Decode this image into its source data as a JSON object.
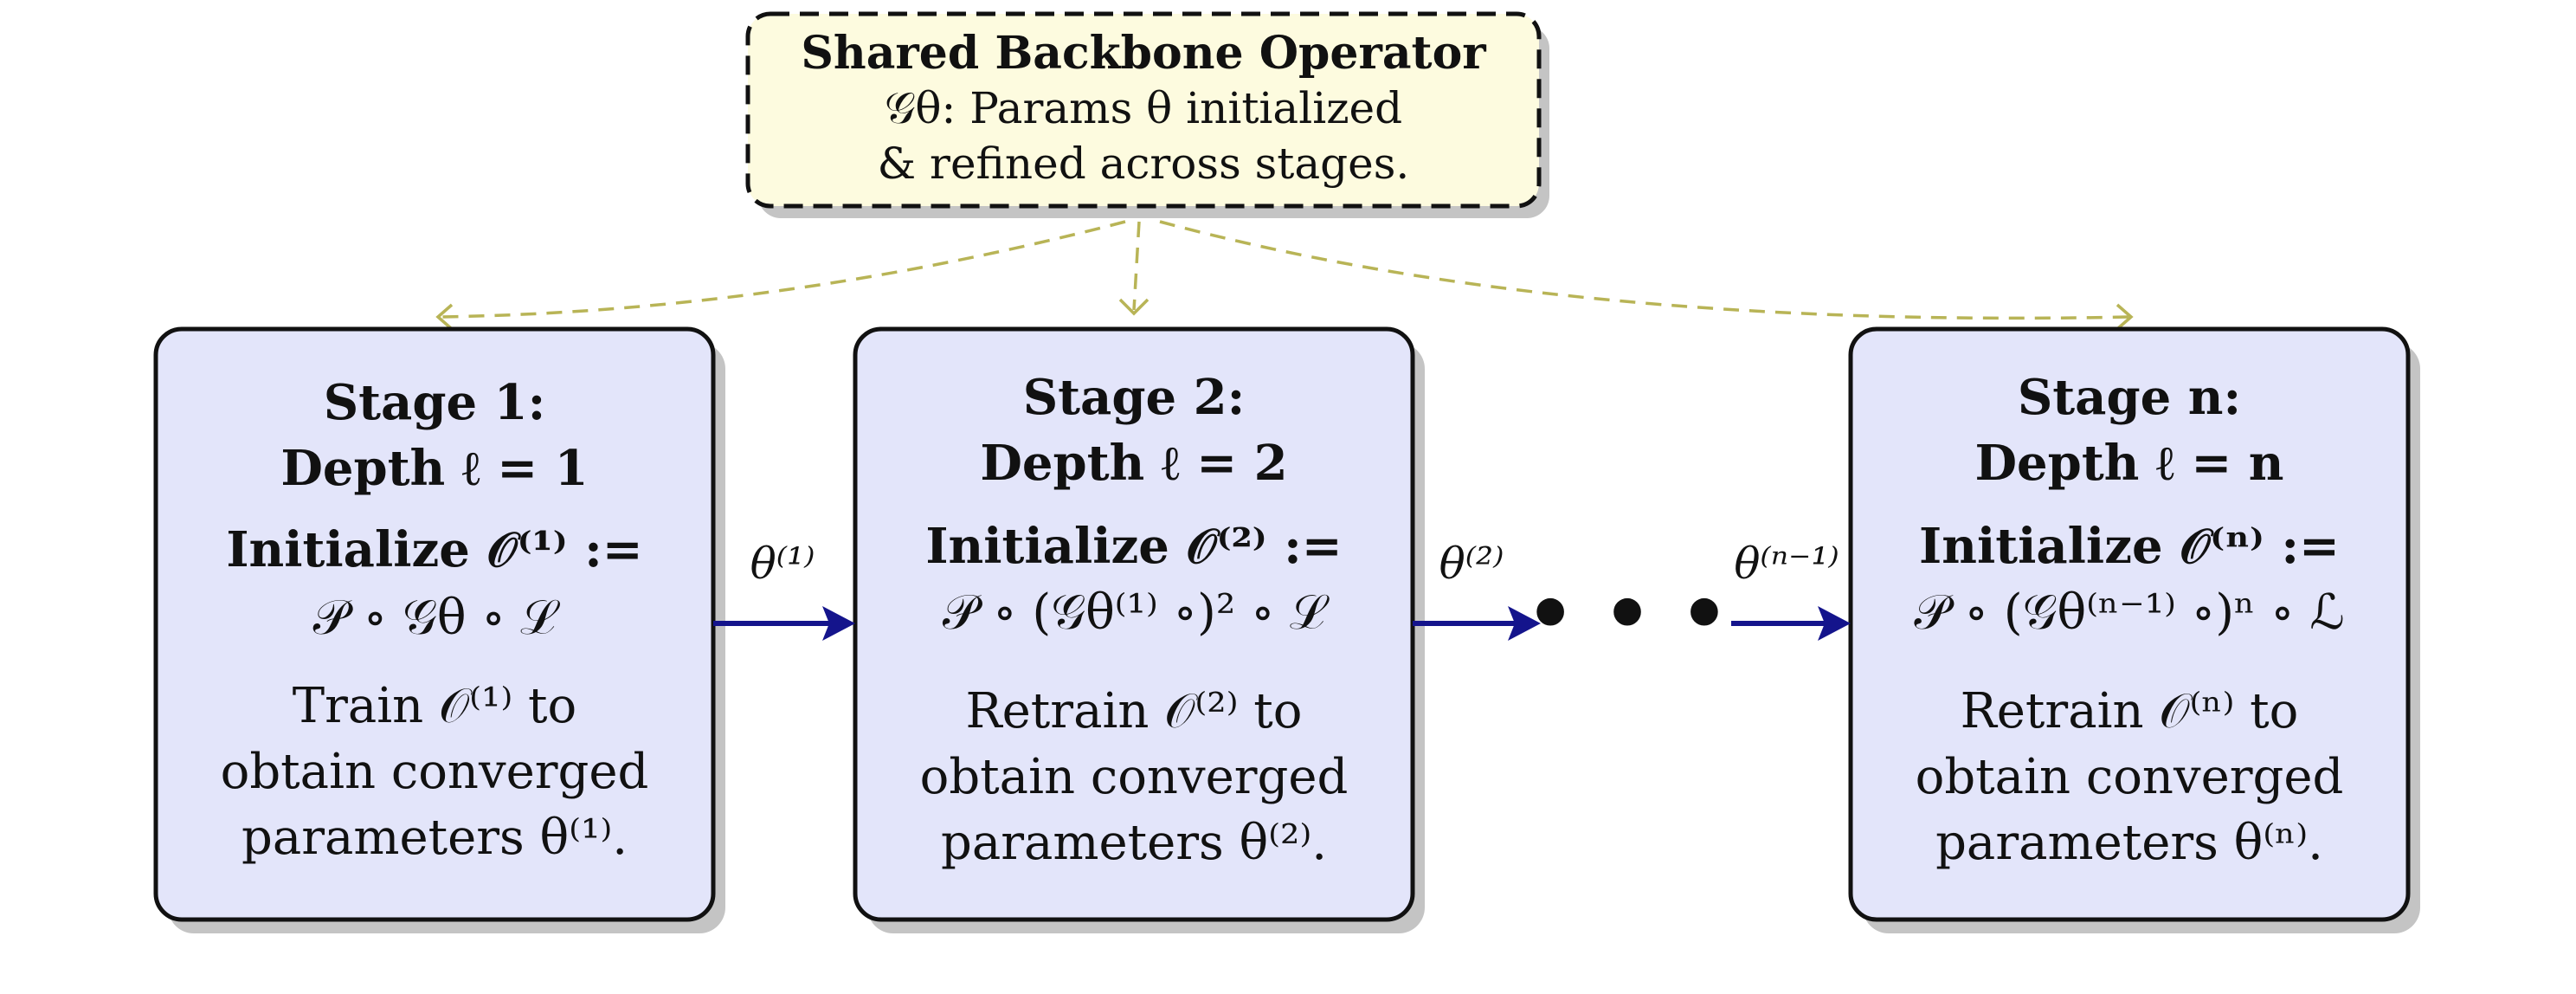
{
  "backbone": {
    "title": "Shared Backbone Operator",
    "line1": "𝒢θ: Params θ initialized",
    "line2": "& refined across stages."
  },
  "stages": [
    {
      "title": "Stage 1:",
      "depth": "Depth ℓ = 1",
      "init_line1": "Initialize 𝒪⁽¹⁾ :=",
      "init_line2": "𝒫 ∘ 𝒢θ ∘ ℒ",
      "train_line1": "Train 𝒪⁽¹⁾ to",
      "train_line2": "obtain converged",
      "train_line3": "parameters θ⁽¹⁾."
    },
    {
      "title": "Stage 2:",
      "depth": "Depth ℓ = 2",
      "init_line1": "Initialize 𝒪⁽²⁾ :=",
      "init_line2": "𝒫 ∘ (𝒢θ⁽¹⁾ ∘)² ∘ ℒ",
      "train_line1": "Retrain 𝒪⁽²⁾ to",
      "train_line2": "obtain converged",
      "train_line3": "parameters θ⁽²⁾."
    },
    {
      "title": "Stage n:",
      "depth": "Depth ℓ = n",
      "init_line1": "Initialize 𝒪⁽ⁿ⁾ :=",
      "init_line2": "𝒫 ∘ (𝒢θ⁽ⁿ⁻¹⁾ ∘)ⁿ ∘ ℒ",
      "train_line1": "Retrain 𝒪⁽ⁿ⁾ to",
      "train_line2": "obtain converged",
      "train_line3": "parameters θ⁽ⁿ⁾."
    }
  ],
  "arrows": {
    "theta1": "θ⁽¹⁾",
    "theta2": "θ⁽²⁾",
    "theta_n_minus_1": "θ⁽ⁿ⁻¹⁾"
  },
  "ellipsis": "• • •",
  "colors": {
    "stage_fill": "#e3e5fa",
    "backbone_fill": "#fdfbdf",
    "flow_arrow": "#14148c",
    "dashed_link": "#b8b456"
  }
}
